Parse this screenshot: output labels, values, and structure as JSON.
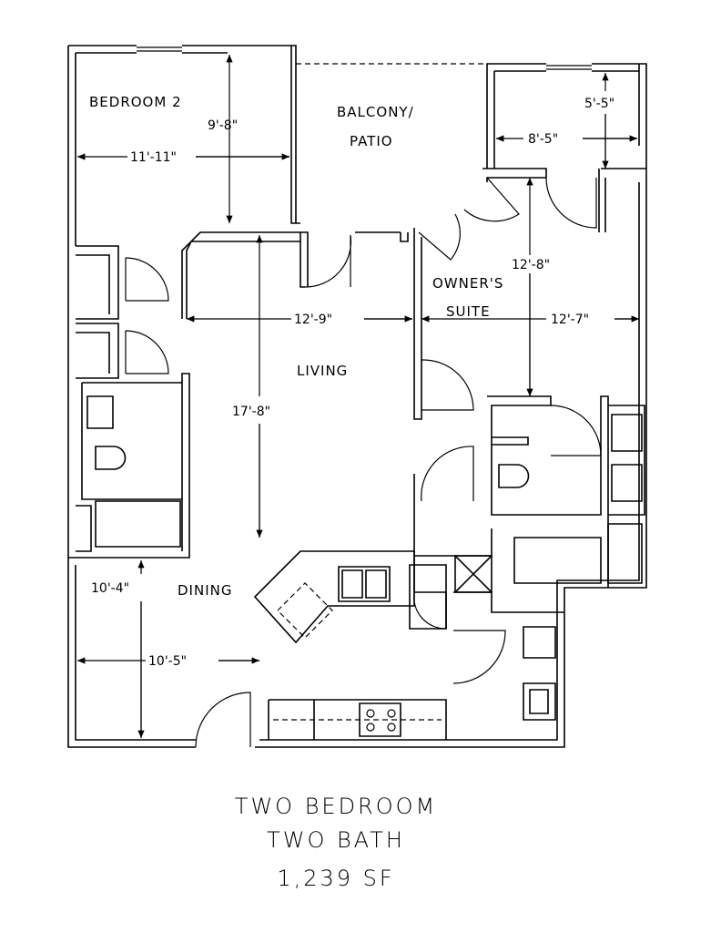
{
  "rooms": {
    "bedroom2": "BEDROOM 2",
    "balcony_line1": "BALCONY/",
    "balcony_line2": "PATIO",
    "owners_line1": "OWNER'S",
    "owners_line2": "SUITE",
    "living": "LIVING",
    "dining": "DINING"
  },
  "dimensions": {
    "bedroom2_depth": "9'-8\"",
    "bedroom2_width": "11'-11\"",
    "closet_depth": "5'-5\"",
    "closet_width": "8'-5\"",
    "owners_depth": "12'-8\"",
    "living_width": "12'-9\"",
    "owners_width": "12'-7\"",
    "living_depth": "17'-8\"",
    "dining_depth": "10'-4\"",
    "dining_width": "10'-5\""
  },
  "caption": {
    "line1": "TWO BEDROOM",
    "line2": "TWO BATH",
    "line3": "1,239 SF"
  }
}
